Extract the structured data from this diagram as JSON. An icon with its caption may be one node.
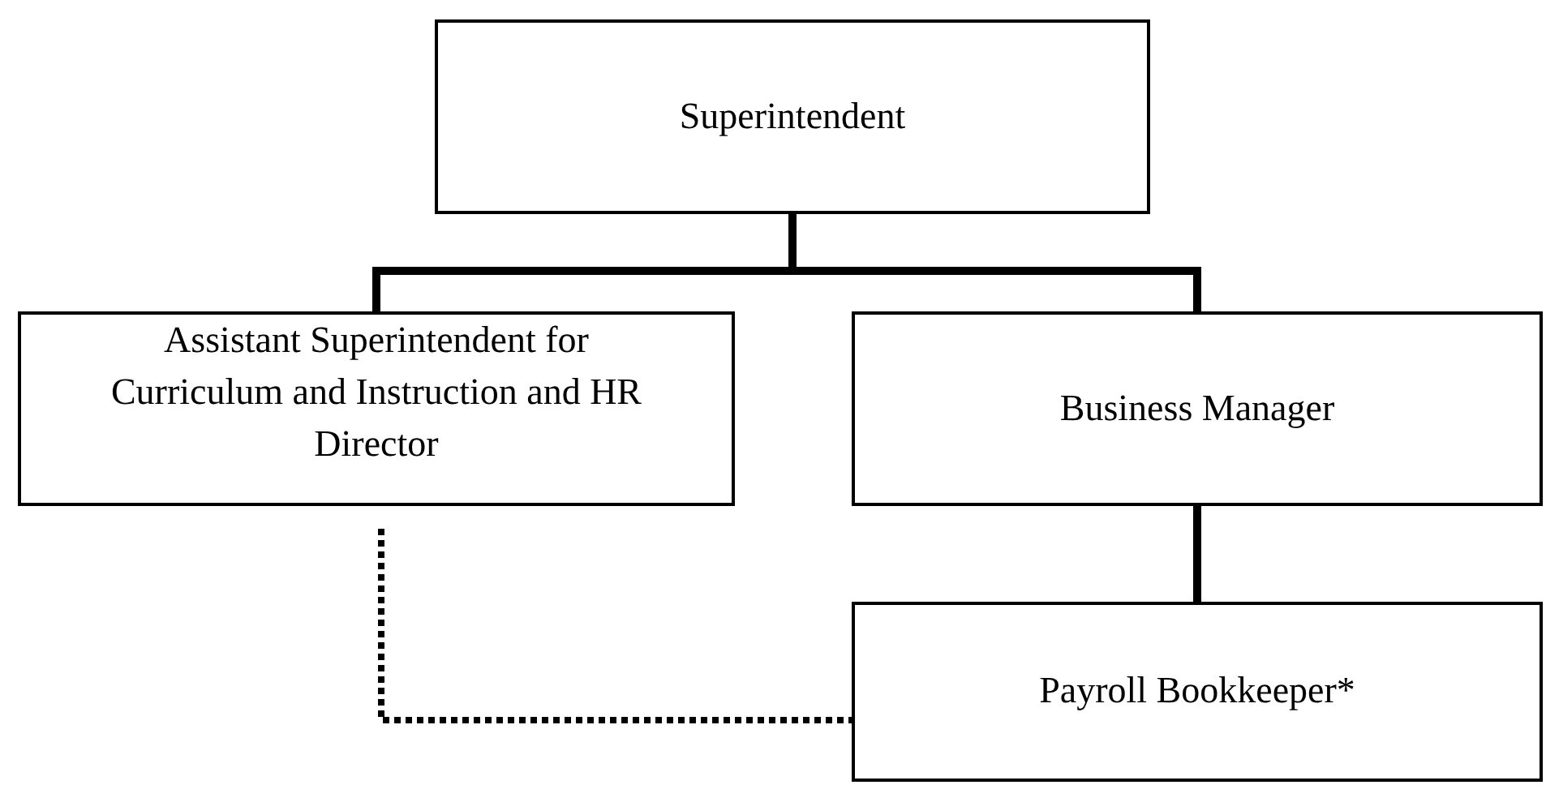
{
  "diagram": {
    "nodes": [
      {
        "text": [
          "Superintendent"
        ]
      },
      {
        "text": [
          "Assistant Superintendent for Curriculum and Instruction and HR Director"
        ]
      },
      {
        "text": [
          "Business Manager"
        ]
      },
      {
        "text": [
          "Payroll Bookkeeper*"
        ]
      }
    ],
    "edges": [
      {
        "from": 0,
        "to": 1,
        "arrow": "none"
      },
      {
        "from": 0,
        "to": 2,
        "arrow": "none"
      },
      {
        "from": 2,
        "to": 3,
        "arrow": "none"
      },
      {
        "from": 1,
        "to": 3,
        "arrow": "none",
        "style": "dashed"
      }
    ]
  }
}
